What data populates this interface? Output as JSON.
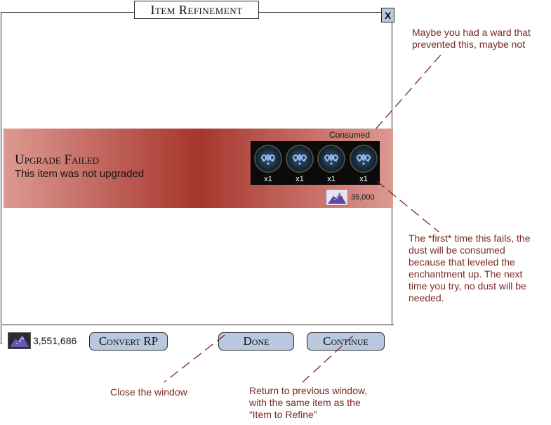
{
  "window": {
    "title": "Item Refinement",
    "close_label": "X"
  },
  "result": {
    "title": "Upgrade Failed",
    "subtitle": "This item was not upgraded",
    "consumed_label": "Consumed",
    "items": [
      {
        "icon": "rune-gem-icon",
        "qty": "x1"
      },
      {
        "icon": "rune-gem-icon",
        "qty": "x1"
      },
      {
        "icon": "rune-gem-icon",
        "qty": "x1"
      },
      {
        "icon": "rune-gem-icon",
        "qty": "x1"
      }
    ],
    "dust_icon": "dust-pile-icon",
    "dust_amount": "35,000"
  },
  "footer": {
    "dust_icon": "dust-pile-icon",
    "dust_total": "3,551,686",
    "convert_label": "Convert RP",
    "done_label": "Done",
    "continue_label": "Continue"
  },
  "annotations": {
    "ward_note": [
      "Maybe you had a ward that",
      "prevented this, maybe not"
    ],
    "dust_note": [
      "The *first* time this fails, the",
      "dust will be consumed",
      "because that leveled the",
      "enchantment up. The next",
      "time you try, no dust will be",
      "needed."
    ],
    "done_note": [
      "Close the window"
    ],
    "continue_note": [
      "Return to previous window,",
      "with the same item as the",
      "“Item to Refine”"
    ]
  },
  "colors": {
    "button_fill": "#b8c8de",
    "band_center": "#a6362c",
    "band_edge": "#dc9a92",
    "annotation_text": "#7a2a24"
  }
}
